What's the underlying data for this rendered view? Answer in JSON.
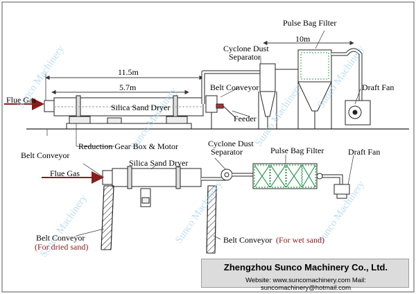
{
  "watermark": "Sunco Machinery",
  "colors": {
    "accent_red": "#8a1c1c",
    "filter_green": "#2e9e4f",
    "watermark_blue": "#a9d4ef"
  },
  "top": {
    "pulse_bag_filter": "Pulse Bag Filter",
    "len_10m": "10m",
    "cyclone_line1": "Cyclone Dust",
    "cyclone_line2": "Separator",
    "len_11_5m": "11.5m",
    "len_5_7m": "5.7m",
    "belt_conveyor": "Belt Conveyor",
    "draft_fan": "Draft Fan",
    "flue_gas": "Flue Gas",
    "silica_sand_dryer": "Silica Sand Dryer",
    "feeder": "Feeder",
    "reduction_gear": "Reduction Gear Box & Motor",
    "belt_conveyor_left": "Belt Conveyor"
  },
  "bottom": {
    "cyclone_line1": "Cyclone Dust",
    "cyclone_line2": "Separator",
    "pulse_bag_filter": "Pulse Bag Filter",
    "draft_fan": "Draft Fan",
    "flue_gas": "Flue Gas",
    "silica_sand_dryer": "Silica Sand Dryer",
    "belt_conveyor_dried": "Belt Conveyor",
    "for_dried_sand": "(For dried sand)",
    "belt_conveyor_wet": "Belt Conveyor",
    "for_wet_sand": "(For wet sand)"
  },
  "footer": {
    "company": "Zhengzhou Sunco Machinery Co., Ltd.",
    "contact": "Website: www.suncomachinery.com Mail: suncomachinery@hotmail.com"
  }
}
